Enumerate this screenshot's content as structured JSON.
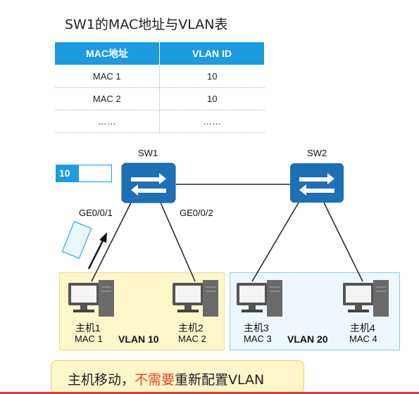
{
  "title": "SW1的MAC地址与VLAN表",
  "table": {
    "headers": [
      "MAC地址",
      "VLAN ID"
    ],
    "rows": [
      [
        "MAC 1",
        "10"
      ],
      [
        "MAC 2",
        "10"
      ],
      [
        "……",
        "……"
      ]
    ]
  },
  "switches": {
    "sw1": "SW1",
    "sw2": "SW2"
  },
  "ports": {
    "p1": "GE0/0/1",
    "p2": "GE0/0/2"
  },
  "vlan_tag": "10",
  "hosts": [
    {
      "name": "主机1",
      "mac": "MAC 1"
    },
    {
      "name": "主机2",
      "mac": "MAC 2"
    },
    {
      "name": "主机3",
      "mac": "MAC 3"
    },
    {
      "name": "主机4",
      "mac": "MAC 4"
    }
  ],
  "vlans": {
    "v10": "VLAN 10",
    "v20": "VLAN 20"
  },
  "callout": {
    "part1": "主机移动，",
    "part2": "不需要",
    "part3": "重新配置VLAN"
  },
  "colors": {
    "switch_blue": "#1d6fb8",
    "accent": "#1d9be0",
    "highlight": "#e8452f"
  }
}
